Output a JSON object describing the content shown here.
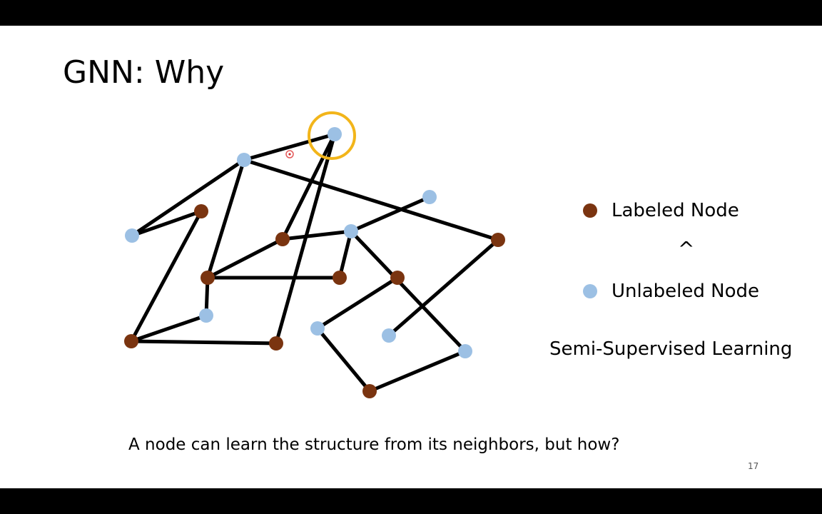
{
  "slide": {
    "title": "GNN: Why",
    "legend": {
      "labeled": {
        "label": "Labeled Node",
        "color": "#7a3410"
      },
      "unlabeled": {
        "label": "Unlabeled Node",
        "color": "#9cc0e4"
      },
      "symbol": "^"
    },
    "semi_supervised": "Semi-Supervised Learning",
    "caption": "A node can learn the structure from its neighbors, but how?",
    "page_number": "17"
  },
  "graph": {
    "highlight_color": "#f2b51a",
    "edge_color": "#000000",
    "nodes": [
      {
        "id": "u_top",
        "type": "unlabeled",
        "highlighted": true
      },
      {
        "id": "u_upper",
        "type": "unlabeled"
      },
      {
        "id": "u_left",
        "type": "unlabeled"
      },
      {
        "id": "l_left_top",
        "type": "labeled"
      },
      {
        "id": "l_center_left",
        "type": "labeled"
      },
      {
        "id": "u_center",
        "type": "unlabeled"
      },
      {
        "id": "u_right_top",
        "type": "unlabeled"
      },
      {
        "id": "l_right",
        "type": "labeled"
      },
      {
        "id": "l_mid_left",
        "type": "labeled"
      },
      {
        "id": "l_mid",
        "type": "labeled"
      },
      {
        "id": "l_mid_right",
        "type": "labeled"
      },
      {
        "id": "u_low_left",
        "type": "unlabeled"
      },
      {
        "id": "l_bottom_left",
        "type": "labeled"
      },
      {
        "id": "l_bottom_mid",
        "type": "labeled"
      },
      {
        "id": "u_low_center",
        "type": "unlabeled"
      },
      {
        "id": "u_low_right",
        "type": "unlabeled"
      },
      {
        "id": "u_far_right",
        "type": "unlabeled"
      },
      {
        "id": "l_bottom",
        "type": "labeled"
      }
    ],
    "edges": [
      [
        "u_top",
        "u_upper"
      ],
      [
        "u_top",
        "l_center_left"
      ],
      [
        "u_top",
        "l_bottom_mid"
      ],
      [
        "u_upper",
        "u_left"
      ],
      [
        "u_upper",
        "l_mid_left"
      ],
      [
        "u_upper",
        "l_right"
      ],
      [
        "u_left",
        "l_left_top"
      ],
      [
        "l_left_top",
        "l_bottom_left"
      ],
      [
        "l_bottom_left",
        "u_low_left"
      ],
      [
        "l_bottom_left",
        "l_bottom_mid"
      ],
      [
        "u_low_left",
        "l_mid_left"
      ],
      [
        "l_mid_left",
        "l_center_left"
      ],
      [
        "l_mid_left",
        "l_mid"
      ],
      [
        "l_center_left",
        "u_center"
      ],
      [
        "u_center",
        "u_right_top"
      ],
      [
        "u_center",
        "l_mid"
      ],
      [
        "u_center",
        "u_far_right"
      ],
      [
        "l_mid_right",
        "u_low_center"
      ],
      [
        "u_low_center",
        "l_bottom"
      ],
      [
        "l_bottom",
        "u_far_right"
      ],
      [
        "l_right",
        "u_low_right"
      ]
    ]
  }
}
